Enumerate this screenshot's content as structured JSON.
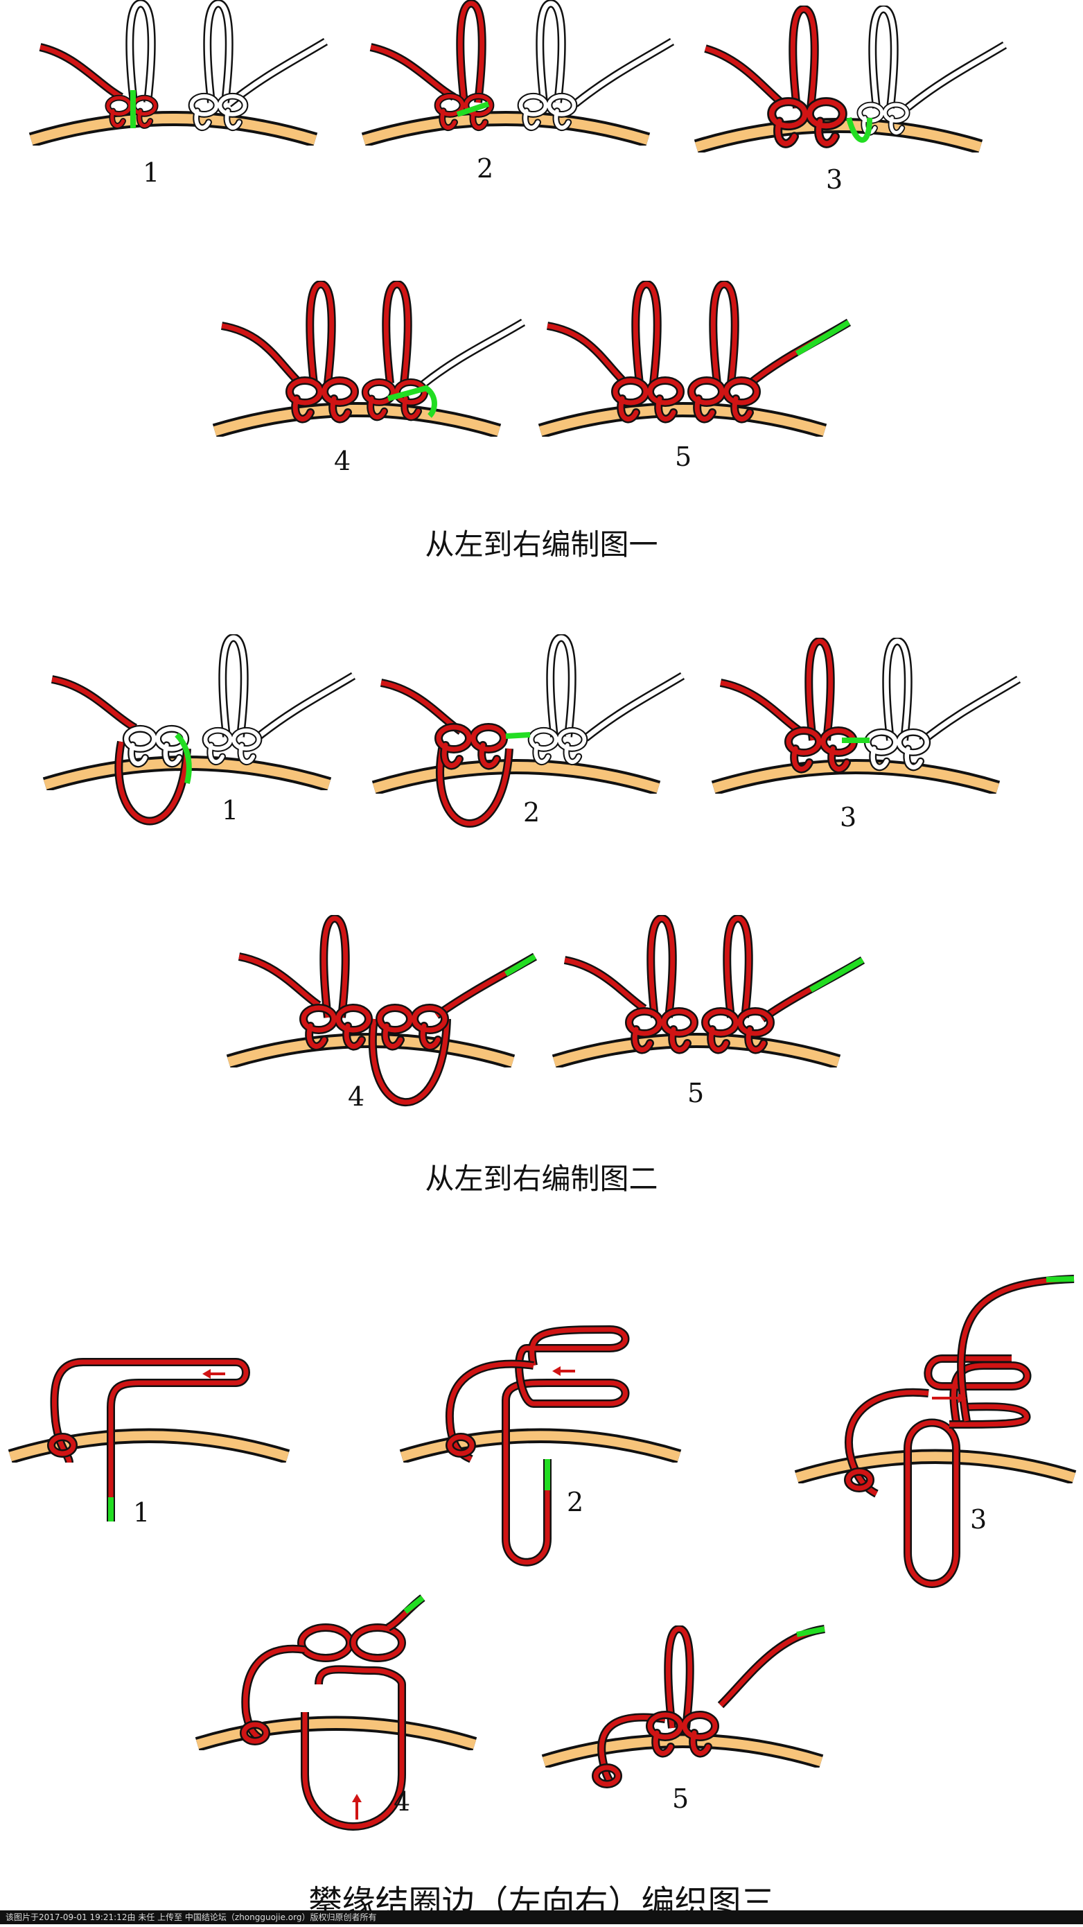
{
  "captions": {
    "figure1": "从左到右编制图一",
    "figure2": "从左到右编制图二",
    "figure3": "攀缘结圈边（左向右）编织图三"
  },
  "step_labels": [
    "1",
    "2",
    "3",
    "4",
    "5"
  ],
  "footer": "该图片于2017-09-01 19:21:12由 未任 上传至 中国结论坛（zhongguojie.org）版权归原创者所有",
  "colors": {
    "cord_red": "#d01414",
    "cord_white": "#ffffff",
    "cord_green": "#22dd22",
    "ring_fill": "#f7c47a",
    "outline": "#111111"
  }
}
